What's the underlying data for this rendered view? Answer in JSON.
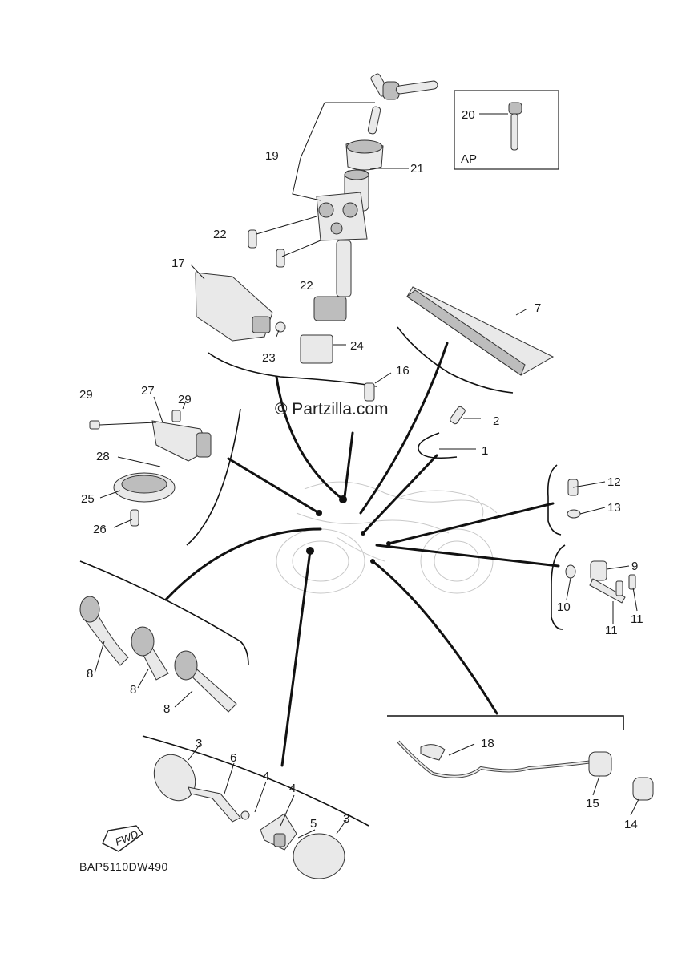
{
  "drawing_code": "BAP5110DW490",
  "watermark": "© Partzilla.com",
  "inset_label": "AP",
  "fwd_label": "FWD",
  "callouts": {
    "c1": "1",
    "c2": "2",
    "c3a": "3",
    "c3b": "3",
    "c4a": "4",
    "c4b": "4",
    "c5": "5",
    "c6": "6",
    "c7": "7",
    "c8a": "8",
    "c8b": "8",
    "c8c": "8",
    "c9": "9",
    "c10": "10",
    "c11a": "11",
    "c11b": "11",
    "c12": "12",
    "c13": "13",
    "c14": "14",
    "c15": "15",
    "c16": "16",
    "c17": "17",
    "c18": "18",
    "c19": "19",
    "c20": "20",
    "c21": "21",
    "c22a": "22",
    "c22b": "22",
    "c23": "23",
    "c24": "24",
    "c25": "25",
    "c26": "26",
    "c27": "27",
    "c28": "28",
    "c29a": "29",
    "c29b": "29"
  }
}
